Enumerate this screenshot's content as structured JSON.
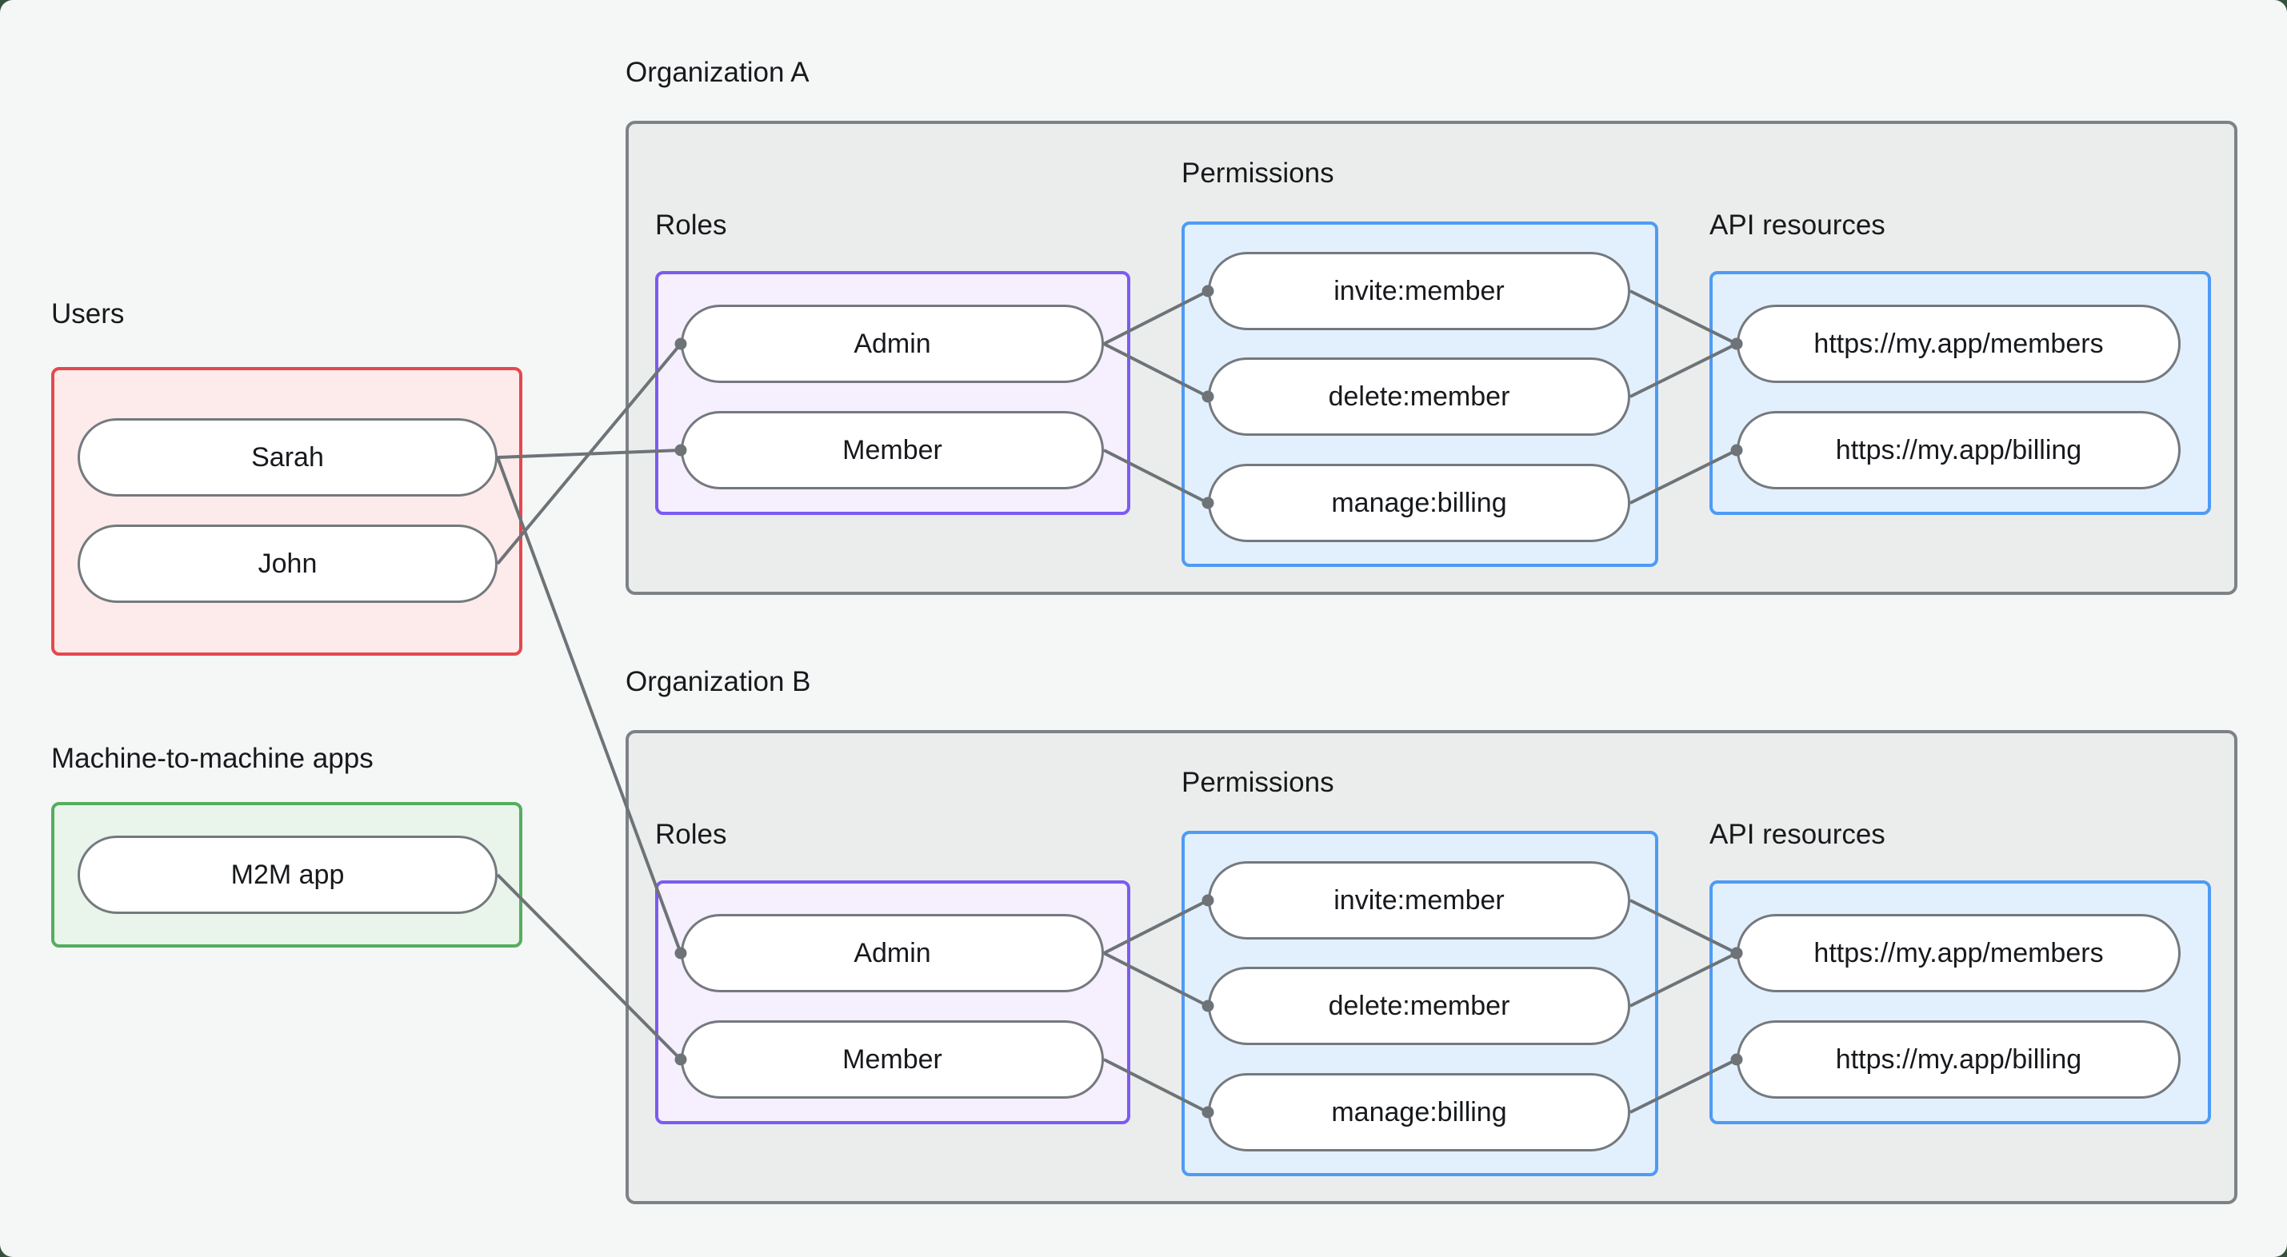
{
  "groups": {
    "users": {
      "title": "Users"
    },
    "m2m": {
      "title": "Machine-to-machine apps"
    },
    "org_a": {
      "title": "Organization A",
      "roles": "Roles",
      "permissions": "Permissions",
      "api_resources": "API resources"
    },
    "org_b": {
      "title": "Organization B",
      "roles": "Roles",
      "permissions": "Permissions",
      "api_resources": "API resources"
    }
  },
  "nodes": {
    "sarah": "Sarah",
    "john": "John",
    "m2m_app": "M2M app",
    "org_a_admin": "Admin",
    "org_a_member": "Member",
    "org_a_invite": "invite:member",
    "org_a_delete": "delete:member",
    "org_a_manage": "manage:billing",
    "org_a_members_api": "https://my.app/members",
    "org_a_billing_api": "https://my.app/billing",
    "org_b_admin": "Admin",
    "org_b_member": "Member",
    "org_b_invite": "invite:member",
    "org_b_delete": "delete:member",
    "org_b_manage": "manage:billing",
    "org_b_members_api": "https://my.app/members",
    "org_b_billing_api": "https://my.app/billing"
  },
  "connections": [
    {
      "from": "sarah",
      "to": "org_a_member"
    },
    {
      "from": "john",
      "to": "org_a_admin"
    },
    {
      "from": "sarah",
      "to": "org_b_admin"
    },
    {
      "from": "m2m_app",
      "to": "org_b_member"
    },
    {
      "from": "org_a_admin",
      "to": "org_a_invite"
    },
    {
      "from": "org_a_admin",
      "to": "org_a_delete"
    },
    {
      "from": "org_a_member",
      "to": "org_a_manage"
    },
    {
      "from": "org_a_invite",
      "to": "org_a_members_api"
    },
    {
      "from": "org_a_delete",
      "to": "org_a_members_api"
    },
    {
      "from": "org_a_manage",
      "to": "org_a_billing_api"
    },
    {
      "from": "org_b_admin",
      "to": "org_b_invite"
    },
    {
      "from": "org_b_admin",
      "to": "org_b_delete"
    },
    {
      "from": "org_b_member",
      "to": "org_b_manage"
    },
    {
      "from": "org_b_invite",
      "to": "org_b_members_api"
    },
    {
      "from": "org_b_delete",
      "to": "org_b_members_api"
    },
    {
      "from": "org_b_manage",
      "to": "org_b_billing_api"
    }
  ],
  "colors": {
    "outside_bg": "#35523f",
    "canvas_bg": "#f5f7f6",
    "text": "#17191c",
    "line_color": "#6d7377",
    "pill_bg": "#ffffff",
    "pill_border": "#74797e",
    "users_bg": "#fcebea",
    "users_border": "#e5484d",
    "m2m_bg": "#e9f5ea",
    "m2m_border": "#55ad5f",
    "org_bg": "#ebedec",
    "org_border": "#7d8286",
    "roles_bg": "#f5effe",
    "roles_border": "#7b5bf1",
    "blue_bg": "#e2f0fd",
    "blue_border": "#4e9bf5"
  }
}
